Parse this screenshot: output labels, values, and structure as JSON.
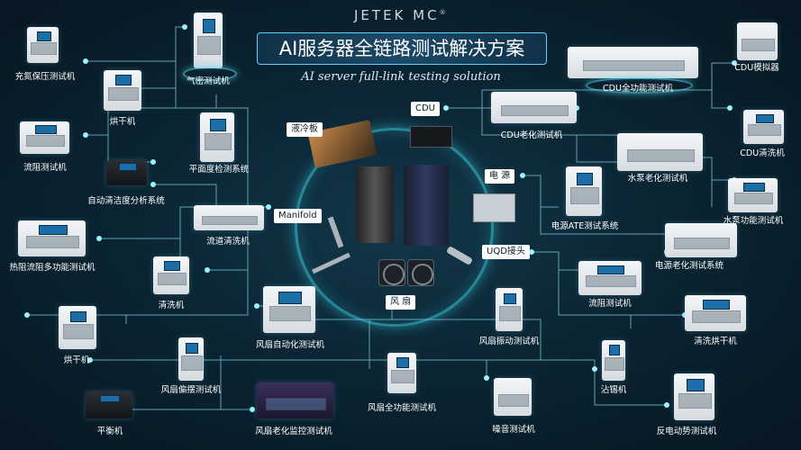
{
  "brand": {
    "logo_text": "JETEK MC",
    "registered_mark": "®"
  },
  "title": "AI服务器全链路测试解决方案",
  "subtitle": "AI server full-link testing solution",
  "center_sections": {
    "cold_plate": "液冷板",
    "cdu": "CDU",
    "power": "电  源",
    "manifold": "Manifold",
    "uqd": "UQD接头",
    "fan": "风  扇"
  },
  "machines": {
    "nitrogen_pressure_tester": "充氮保压测试机",
    "airtight_tester": "气密测试机",
    "dryer_top": "烘干机",
    "flow_resistance_tester_left": "流阻测试机",
    "flatness_detection_system": "平面度检测系统",
    "auto_cleanliness_analysis": "自动清洁度分析系统",
    "flow_channel_cleaner": "流道清洗机",
    "hot_flow_resistance_multi_tester": "热阻流阻多功能测试机",
    "cleaning_machine": "清洗机",
    "dryer_bottom": "烘干机",
    "fan_auto_tester": "风扇自动化测试机",
    "fan_swing_tester": "风扇偏摆测试机",
    "balancing_machine": "平衡机",
    "fan_aging_monitor_tester": "风扇老化监控测试机",
    "fan_full_function_tester": "风扇全功能测试机",
    "fan_vibration_tester": "风扇振动测试机",
    "noise_tester": "噪音测试机",
    "tin_dipping_machine": "沾锡机",
    "back_emf_tester": "反电动势测试机",
    "cdu_simulator": "CDU模拟器",
    "cdu_full_function_tester": "CDU全功能测试机",
    "cdu_aging_tester": "CDU老化测试机",
    "cdu_cleaning_machine": "CDU清洗机",
    "pump_aging_tester": "水泵老化测试机",
    "pump_function_tester": "水泵功能测试机",
    "power_ate_test_system": "电源ATE测试系统",
    "power_aging_test_system": "电源老化测试系统",
    "flow_resistance_tester_right": "流阻测试机",
    "cleaning_dryer": "清洗烘干机"
  },
  "colors": {
    "background": "#0b2533",
    "wire": "#6fb9cc",
    "accent": "#5fd0ff"
  }
}
